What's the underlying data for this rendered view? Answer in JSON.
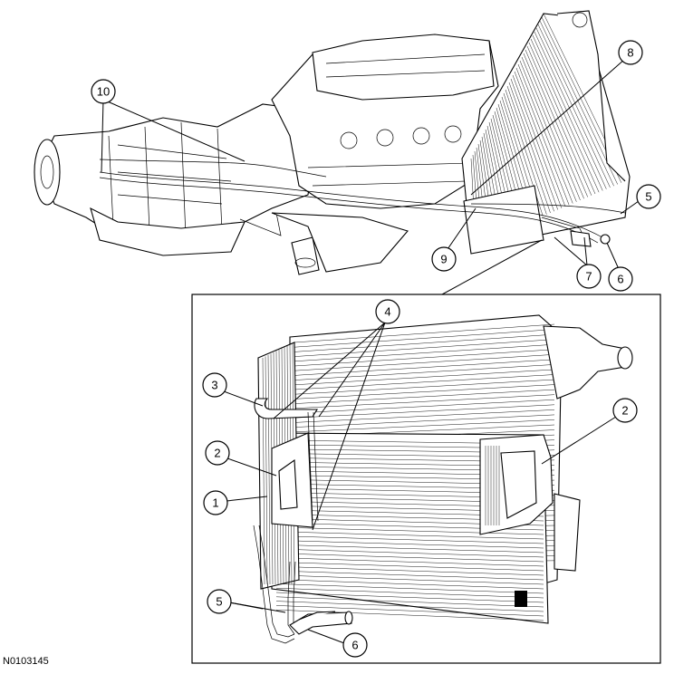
{
  "figure_id": "N0103145",
  "callouts": {
    "c1": "1",
    "c2": "2",
    "c3": "3",
    "c4": "4",
    "c5": "5",
    "c6": "6",
    "c7": "7",
    "c8": "8",
    "c9": "9",
    "c10": "10"
  }
}
